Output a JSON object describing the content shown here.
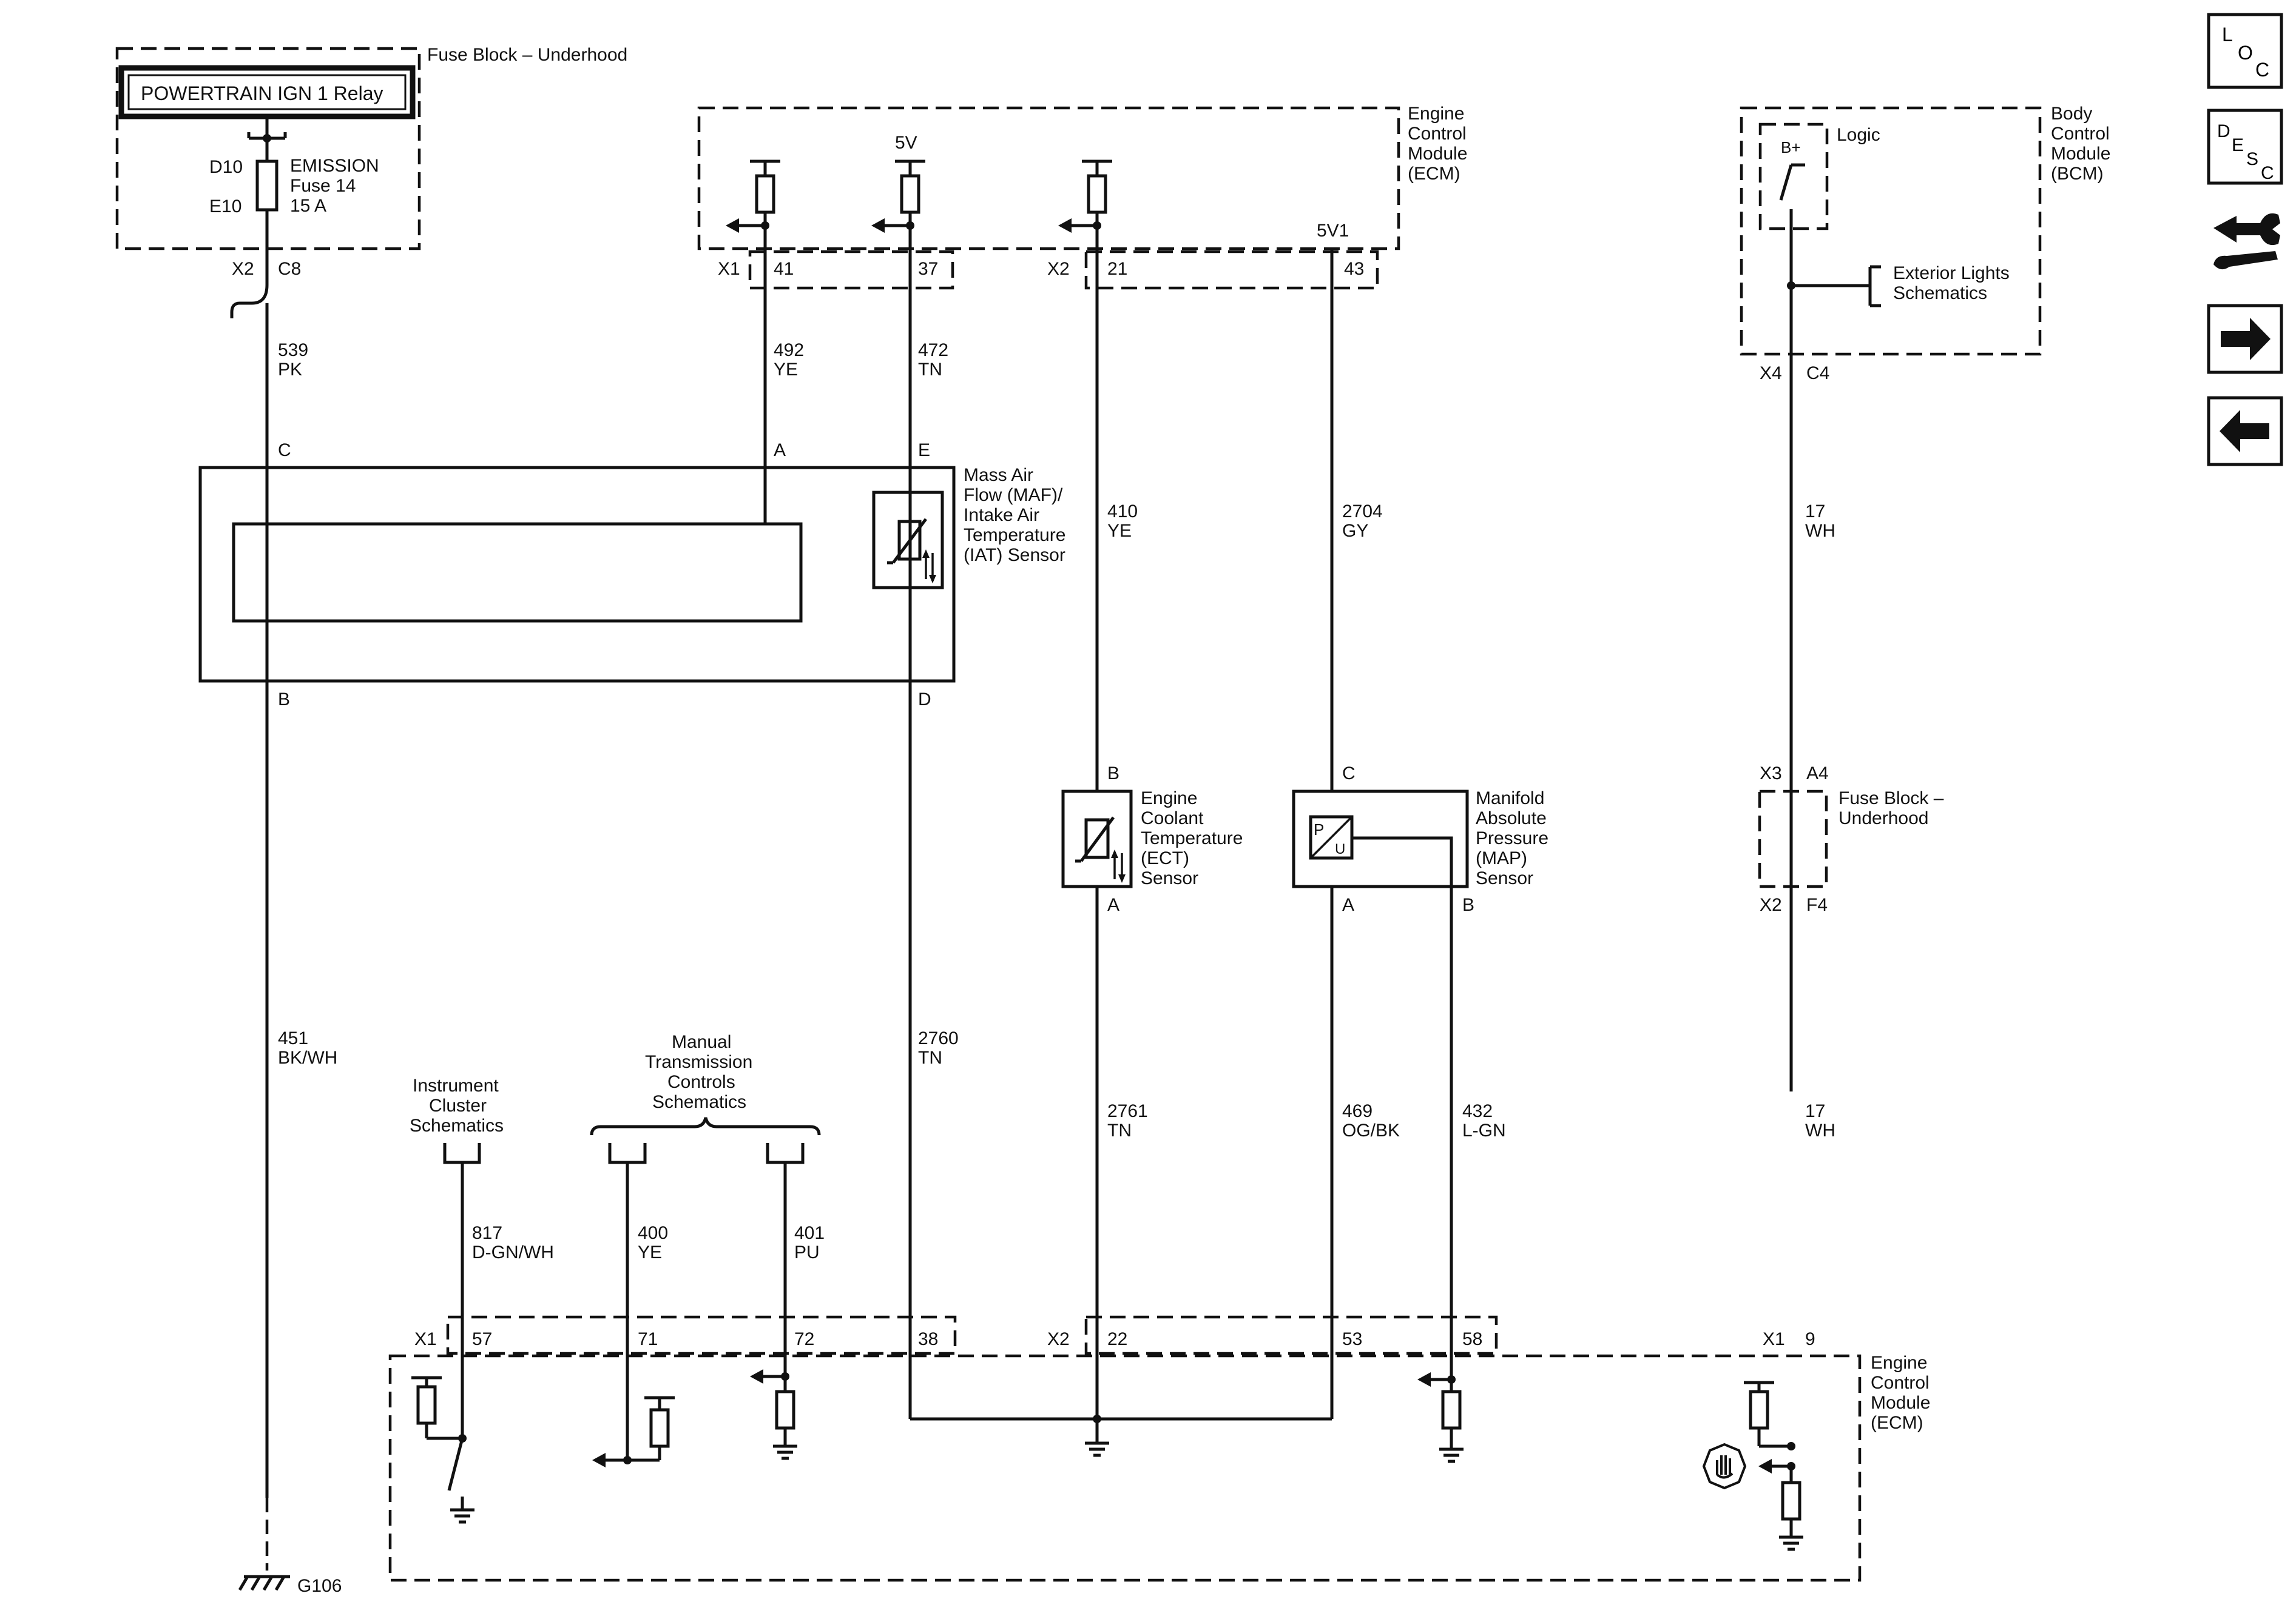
{
  "components": {
    "fuse_block_top": "Fuse Block – Underhood",
    "relay": "POWERTRAIN IGN 1 Relay",
    "fuse_pin_top": "D10",
    "fuse_pin_bottom": "E10",
    "fuse_name_line1": "EMISSION",
    "fuse_name_line2": "Fuse 14",
    "fuse_rating": "15 A",
    "ecm_top": "Engine Control Module (ECM)",
    "supply_5v": "5V",
    "supply_5v1": "5V1",
    "bcm": "Body Control Module (BCM)",
    "bcm_logic": "Logic",
    "bcm_bplus": "B+",
    "exterior_lights": "Exterior Lights Schematics",
    "maf_sensor": "Mass Air Flow (MAF)/ Intake Air Temperature (IAT) Sensor",
    "ect_sensor": "Engine Coolant Temperature (ECT) Sensor",
    "map_sensor": "Manifold Absolute Pressure (MAP) Sensor",
    "map_symbol_p": "P",
    "map_symbol_u": "U",
    "fuse_block_mid": "Fuse Block – Underhood",
    "instrument_cluster": "Instrument Cluster Schematics",
    "manual_trans": "Manual Transmission Controls Schematics",
    "ecm_bottom": "Engine Control Module (ECM)",
    "ground": "G106"
  },
  "connectors": {
    "X1": "X1",
    "X2": "X2",
    "X3": "X3",
    "X4": "X4",
    "C8": "C8",
    "C4": "C4",
    "A4": "A4",
    "F4": "F4",
    "p41": "41",
    "p37": "37",
    "p21": "21",
    "p43": "43",
    "p57": "57",
    "p71": "71",
    "p72": "72",
    "p38": "38",
    "p22": "22",
    "p53": "53",
    "p58": "58",
    "p9": "9",
    "pinA": "A",
    "pinB": "B",
    "pinC": "C",
    "pinD": "D",
    "pinE": "E"
  },
  "wires": [
    {
      "circuit": "539",
      "color": "PK"
    },
    {
      "circuit": "492",
      "color": "YE"
    },
    {
      "circuit": "472",
      "color": "TN"
    },
    {
      "circuit": "410",
      "color": "YE"
    },
    {
      "circuit": "2704",
      "color": "GY"
    },
    {
      "circuit": "17",
      "color": "WH"
    },
    {
      "circuit": "451",
      "color": "BK/WH"
    },
    {
      "circuit": "2760",
      "color": "TN"
    },
    {
      "circuit": "2761",
      "color": "TN"
    },
    {
      "circuit": "469",
      "color": "OG/BK"
    },
    {
      "circuit": "432",
      "color": "L-GN"
    },
    {
      "circuit": "17",
      "color": "WH"
    },
    {
      "circuit": "817",
      "color": "D-GN/WH"
    },
    {
      "circuit": "400",
      "color": "YE"
    },
    {
      "circuit": "401",
      "color": "PU"
    }
  ],
  "nav": {
    "loc_l": "L",
    "loc_o": "O",
    "loc_c": "C",
    "desc_d": "D",
    "desc_e": "E",
    "desc_s": "S",
    "desc_c": "C",
    "icons": [
      "location-icon",
      "description-icon",
      "connector-wrench-icon",
      "next-arrow-icon",
      "previous-arrow-icon"
    ]
  }
}
